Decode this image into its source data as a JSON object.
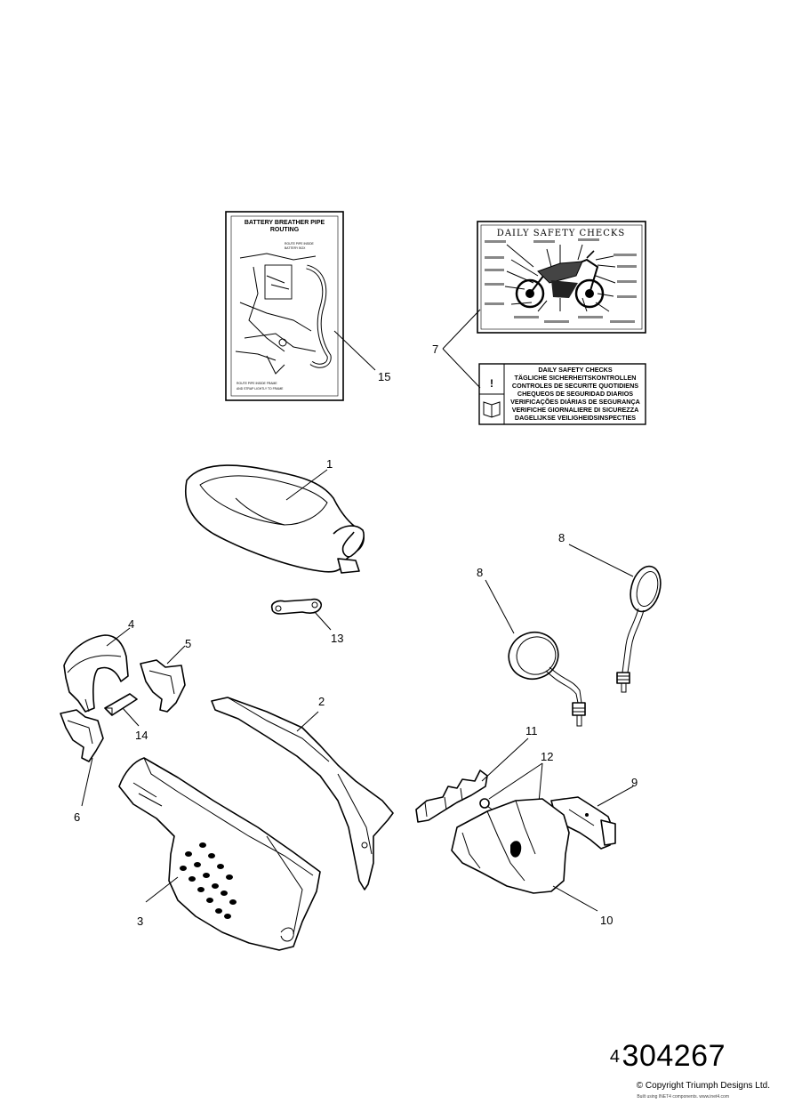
{
  "battery_label": {
    "title_line1": "BATTERY BREATHER PIPE",
    "title_line2": "ROUTING",
    "note_top_line1": "ROUTE PIPE INSIDE",
    "note_top_line2": "BATTERY BOX",
    "note_bottom_line1": "ROUTE PIPE INSIDE FRAME",
    "note_bottom_line2": "AND STRAP LIGHTLY TO FRAME"
  },
  "safety_label_en": {
    "title": "DAILY SAFETY CHECKS"
  },
  "safety_label_multi": {
    "icon_exclaim": "!",
    "lines": [
      "DAILY SAFETY CHECKS",
      "TÄGLICHE SICHERHEITSKONTROLLEN",
      "CONTROLES DE SECURITE QUOTIDIENS",
      "CHEQUEOS DE SEGURIDAD DIARIOS",
      "VERIFICAÇÕES DIÁRIAS DE SEGURANÇA",
      "VERIFICHE GIORNALIERE DI SICUREZZA",
      "DAGELIJKSE VEILIGHEIDSINSPECTIES"
    ]
  },
  "callouts": {
    "c1": "1",
    "c2": "2",
    "c3": "3",
    "c4": "4",
    "c5": "5",
    "c6": "6",
    "c7": "7",
    "c8a": "8",
    "c8b": "8",
    "c9": "9",
    "c10": "10",
    "c11": "11",
    "c12": "12",
    "c13": "13",
    "c14": "14",
    "c15": "15"
  },
  "footer": {
    "drawing_prefix": "4",
    "drawing_number": "304267",
    "copyright": "© Copyright Triumph Designs Ltd.",
    "builder": "Built using INET4 components. www.inet4.com"
  }
}
